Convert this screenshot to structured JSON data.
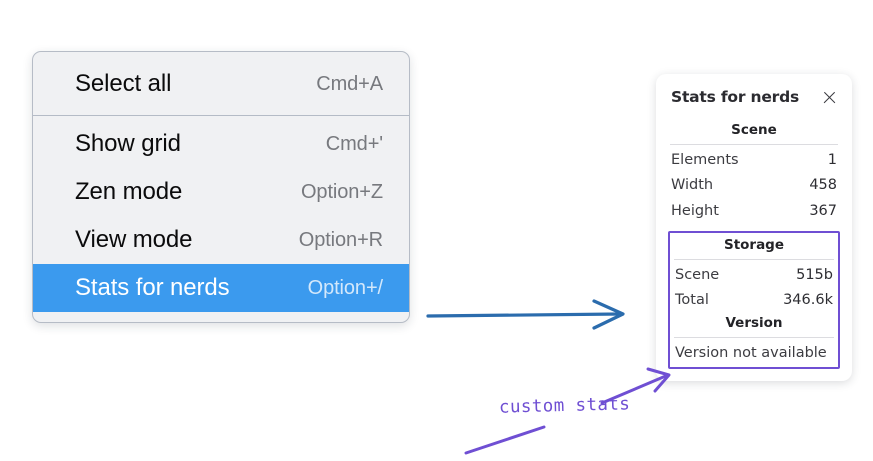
{
  "context_menu": {
    "groups": [
      {
        "name": "group-top",
        "items": [
          {
            "label": "Select all",
            "shortcut": "Cmd+A",
            "selected": false
          }
        ]
      },
      {
        "name": "group-bottom",
        "items": [
          {
            "label": "Show grid",
            "shortcut": "Cmd+'",
            "selected": false
          },
          {
            "label": "Zen mode",
            "shortcut": "Option+Z",
            "selected": false
          },
          {
            "label": "View mode",
            "shortcut": "Option+R",
            "selected": false
          },
          {
            "label": "Stats for nerds",
            "shortcut": "Option+/",
            "selected": true
          }
        ]
      }
    ],
    "highlight_color": "#3b9aee",
    "background_color": "#f0f1f3"
  },
  "stats_panel": {
    "title": "Stats for nerds",
    "close_icon": "close-icon",
    "scene": {
      "heading": "Scene",
      "rows": [
        {
          "label": "Elements",
          "value": "1"
        },
        {
          "label": "Width",
          "value": "458"
        },
        {
          "label": "Height",
          "value": "367"
        }
      ]
    },
    "storage": {
      "heading": "Storage",
      "rows": [
        {
          "label": "Scene",
          "value": "515b"
        },
        {
          "label": "Total",
          "value": "346.6k"
        }
      ]
    },
    "version": {
      "heading": "Version",
      "text": "Version not available"
    },
    "highlight_border_color": "#6f4fd3"
  },
  "annotations": {
    "handwritten_label": "custom stats",
    "handwriting_color": "#6f4fd3",
    "flow_arrow_color": "#2b6cad",
    "flow_arrow_name": "menu-to-panel-arrow",
    "pointer_arrow_name": "custom-stats-pointer-arrow",
    "underline_name": "custom-stats-underline"
  }
}
